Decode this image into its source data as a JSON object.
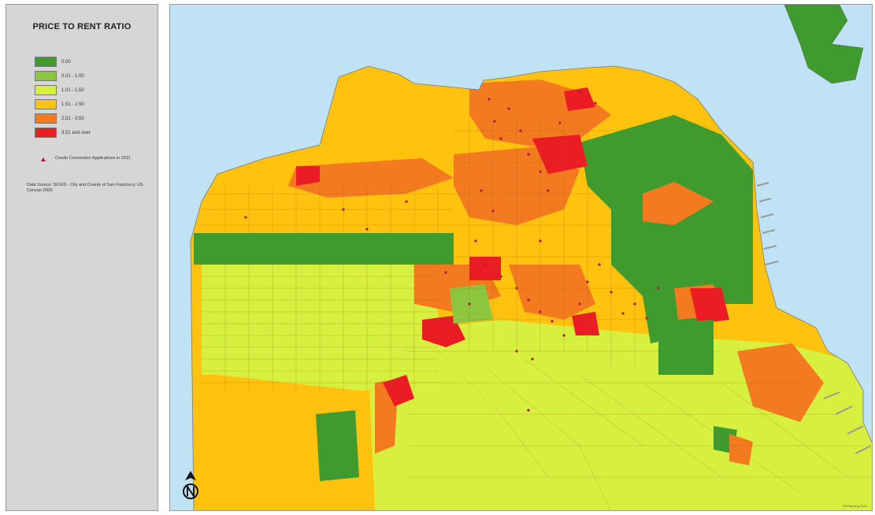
{
  "legend": {
    "title": "PRICE TO RENT RATIO",
    "classes": [
      {
        "label": "0.00",
        "color": "#3f9b2e"
      },
      {
        "label": "0.01 - 1.00",
        "color": "#8cc63e"
      },
      {
        "label": "1.01 - 1.50",
        "color": "#d7ef3e"
      },
      {
        "label": "1.51 - 2.50",
        "color": "#ffc20e"
      },
      {
        "label": "2.51 - 3.50",
        "color": "#f47a20"
      },
      {
        "label": "3.51 and over",
        "color": "#ec1c24"
      }
    ],
    "symbol_label": "Condo Conversion Applications in 2011",
    "symbol_color": "#b0164a",
    "source": "Data Source: SFGIS - City and County of San Francisco; US Census 2000"
  },
  "map": {
    "water_color": "#bfe3f5",
    "land_edge_color": "#c8c8c8",
    "credit": "SFPlanning 2012"
  },
  "icons": {
    "north_arrow": "north-arrow-icon"
  }
}
